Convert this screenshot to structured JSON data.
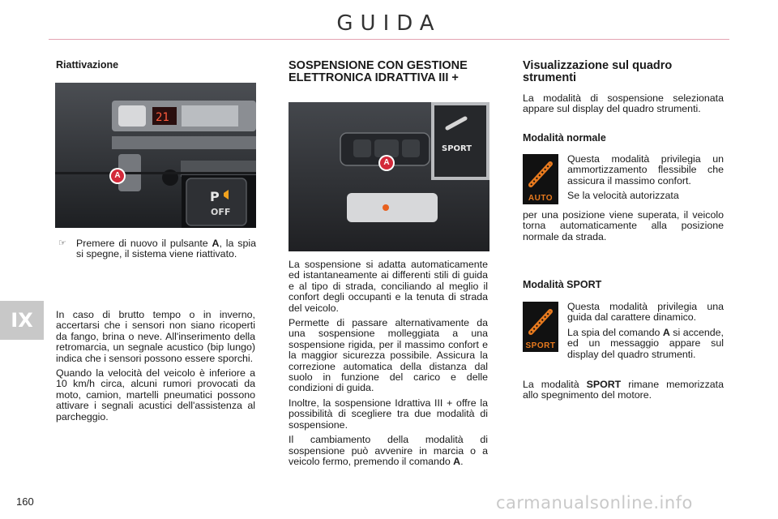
{
  "header": {
    "title": "GUIDA"
  },
  "chapter": {
    "label": "IX"
  },
  "page_number": "160",
  "left": {
    "heading": "Riattivazione",
    "bullet": {
      "text_before": "Premere di nuovo il pulsante ",
      "key": "A",
      "text_after": ", la spia si spegne, il sistema viene riattivato."
    },
    "inset_label": "OFF",
    "paragraphs": [
      "In caso di brutto tempo o in inverno, accertarsi che i sensori non siano ricoperti da fango, brina o neve. All'inserimento della retromarcia, un segnale acustico (bip lungo) indica che i sensori possono essere sporchi.",
      "Quando la velocità del veicolo è inferiore a 10 km/h circa, alcuni rumori provocati da moto, camion, martelli pneumatici possono attivare i segnali acustici dell'assistenza al parcheggio."
    ]
  },
  "middle": {
    "heading": "SOSPENSIONE CON GESTIONE ELETTRONICA IDRATTIVA III +",
    "inset_label": "SPORT",
    "paragraphs": [
      "La sospensione si adatta automaticamente ed istantaneamente ai differenti stili di guida e al tipo di strada, conciliando al meglio il confort degli occupanti e la tenuta di strada del veicolo.",
      "Permette di passare alternativamente da una sospensione molleggiata a una sospensione rigida, per il massimo confort e la maggior sicurezza possibile. Assicura la correzione automatica della distanza dal suolo in funzione del carico e delle condizioni di guida.",
      "Inoltre, la sospensione Idrattiva III + offre la possibilità di scegliere tra due modalità di sospensione."
    ],
    "last_para": {
      "text_before": "Il cambiamento della modalità di sospensione può avvenire in marcia o a veicolo fermo, premendo il comando ",
      "key": "A",
      "text_after": "."
    }
  },
  "right": {
    "heading": "Visualizzazione sul quadro strumenti",
    "intro": "La modalità di sospensione selezionata appare sul display del quadro strumenti.",
    "normal": {
      "heading": "Modalità normale",
      "icon_caption": "AUTO",
      "p1": "Questa modalità privilegia un ammortizzamento flessibile che assicura il massimo confort.",
      "p2_indent": "Se la velocità autorizzata",
      "p2_rest": "per una posizione viene superata, il veicolo torna automaticamente alla posizione normale da strada."
    },
    "sport": {
      "heading": "Modalità SPORT",
      "icon_caption": "SPORT",
      "p1": "Questa modalità privilegia una guida dal carattere dinamico.",
      "p2_before": "La spia del comando ",
      "p2_key": "A",
      "p2_after": " si accende, ed un messaggio appare sul display del quadro strumenti.",
      "p3_before": "La modalità ",
      "p3_key": "SPORT",
      "p3_after": " rimane memorizzata allo spegnimento del motore."
    }
  },
  "marker": "A",
  "colors": {
    "accent_rule": "#e3a3b2",
    "marker": "#d3293a",
    "icon_orange": "#e87a1e"
  },
  "watermark": "carmanualsonline.info"
}
